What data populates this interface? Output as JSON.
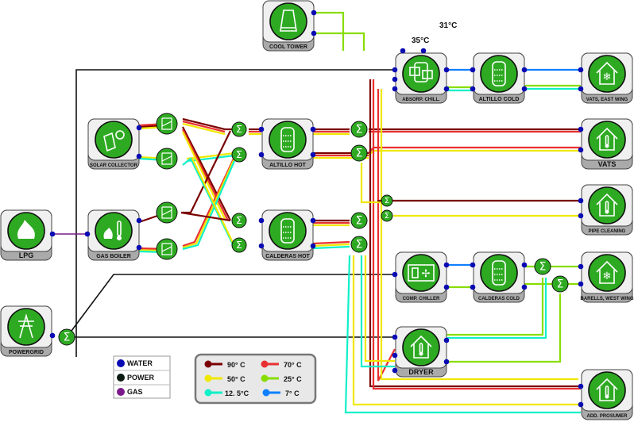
{
  "nodes": [
    {
      "id": "cooltower",
      "label": "COOL TOWER",
      "icon": "cooling-tower-icon"
    },
    {
      "id": "absorp",
      "label": "ABSORP. CHILL.",
      "icon": "absorption-chiller-icon"
    },
    {
      "id": "altillocold",
      "label": "ALTILLO COLD",
      "icon": "tank-icon"
    },
    {
      "id": "vatseast",
      "label": "VATS, EAST WING",
      "icon": "house-snowflake-icon"
    },
    {
      "id": "solar",
      "label": "SOLAR COLLECTOR",
      "icon": "solar-panel-icon"
    },
    {
      "id": "altillohot",
      "label": "ALTILLO HOT",
      "icon": "tank-icon"
    },
    {
      "id": "vats",
      "label": "VATS",
      "icon": "house-thermometer-icon"
    },
    {
      "id": "pipecleaning",
      "label": "PIPE CLEANING",
      "icon": "house-thermometer-icon"
    },
    {
      "id": "lpg",
      "label": "LPG",
      "icon": "flame-icon"
    },
    {
      "id": "gasboiler",
      "label": "GAS BOILER",
      "icon": "gas-boiler-icon"
    },
    {
      "id": "calderashot",
      "label": "CALDERAS HOT",
      "icon": "tank-icon"
    },
    {
      "id": "compchiller",
      "label": "COMP. CHILLER",
      "icon": "compression-chiller-icon"
    },
    {
      "id": "calderascold",
      "label": "CALDERAS COLD",
      "icon": "tank-icon"
    },
    {
      "id": "barells",
      "label": "BARELLS, WEST WING",
      "icon": "house-snowflake-icon"
    },
    {
      "id": "powergrid",
      "label": "POWERGRID",
      "icon": "power-tower-icon"
    },
    {
      "id": "dryer",
      "label": "DRYER",
      "icon": "house-thermometer-icon"
    },
    {
      "id": "addprosumer",
      "label": "ADD. PROSUMER",
      "icon": "house-thermometer-icon"
    }
  ],
  "temperature_labels": {
    "cooltower_return": "31°C",
    "cooltower_supply": "35°C"
  },
  "sum_symbol": "Σ",
  "carrier_legend": [
    {
      "label": "WATER",
      "color": "#0a0ab4"
    },
    {
      "label": "POWER",
      "color": "#0a1a10"
    },
    {
      "label": "GAS",
      "color": "#7a1a8a"
    }
  ],
  "temperature_legend": [
    {
      "label": "90° C",
      "color": "#7a0000"
    },
    {
      "label": "70° C",
      "color": "#e83030"
    },
    {
      "label": "50° C",
      "color": "#f0e800"
    },
    {
      "label": "25° C",
      "color": "#88dd00"
    },
    {
      "label": "12. 5°C",
      "color": "#10f0c8"
    },
    {
      "label": "7° C",
      "color": "#1080ff"
    }
  ],
  "colors": {
    "node_green": "#2eaa22",
    "node_bg": "#f0f0f0",
    "label_bar": "#aaaaaa",
    "port": "#0a0ab4"
  }
}
